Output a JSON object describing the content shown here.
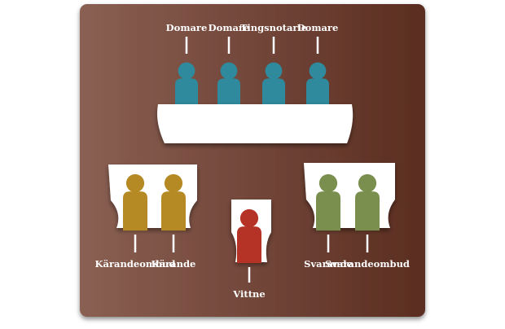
{
  "colors": {
    "board_left": "#8a6053",
    "board_right": "#5a2d20",
    "desk": "#ffffff",
    "judge": "#2e8a9c",
    "plaintiff": "#b58a24",
    "defendant": "#7a8f4e",
    "witness": "#b43226",
    "tick": "#ffffff"
  },
  "bench": {
    "labels": [
      "Domare",
      "Domare",
      "Tingsnotarie",
      "Domare"
    ]
  },
  "plaintiff_side": {
    "labels": [
      "Kärandeombud",
      "Kärande"
    ]
  },
  "defendant_side": {
    "labels": [
      "Svarande",
      "Svarandeombud"
    ]
  },
  "witness": {
    "label": "Vittne"
  }
}
